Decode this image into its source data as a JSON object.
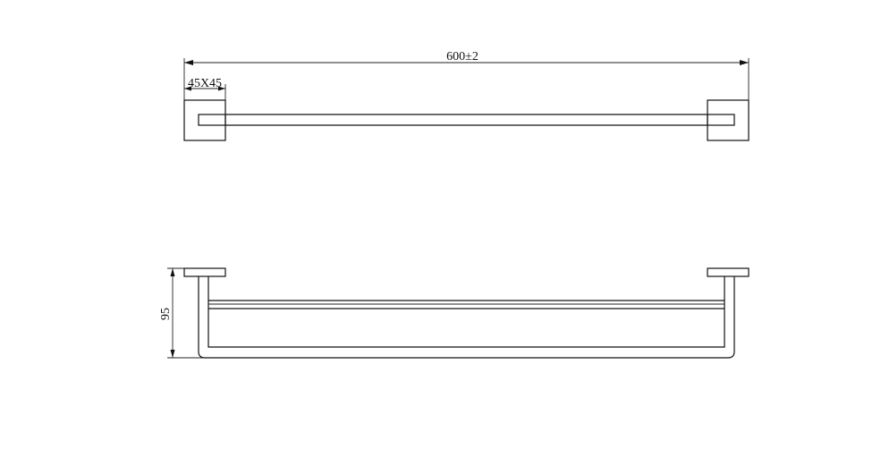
{
  "dimensions": {
    "overall_length": "600±2",
    "base_size": "45X45",
    "height": "95"
  },
  "colors": {
    "line": "#111111",
    "background": "#ffffff"
  }
}
